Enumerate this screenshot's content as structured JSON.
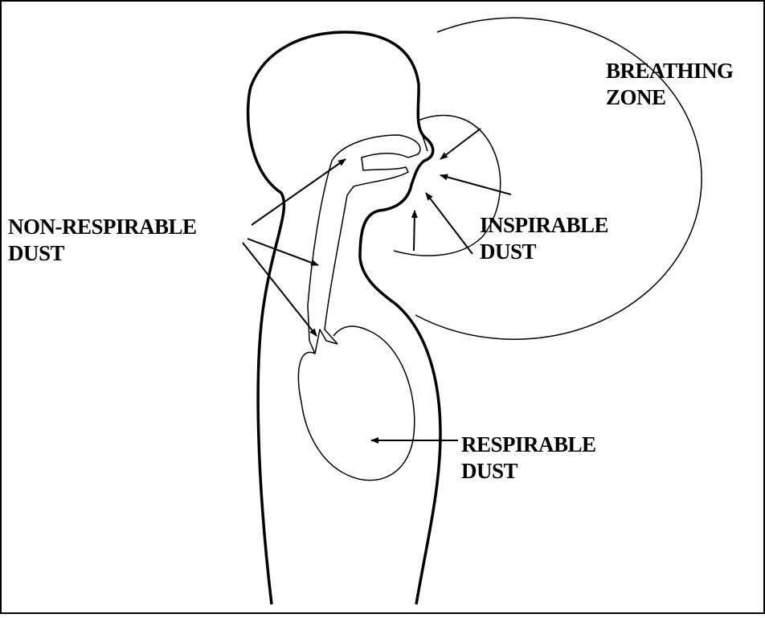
{
  "labels": {
    "breathing_zone": {
      "line1": "BREATHING",
      "line2": "ZONE"
    },
    "inspirable_dust": {
      "line1": "INSPIRABLE",
      "line2": "DUST"
    },
    "non_respirable_dust": {
      "line1": "NON-RESPIRABLE",
      "line2": "DUST"
    },
    "respirable_dust": {
      "line1": "RESPIRABLE",
      "line2": "DUST"
    }
  },
  "colors": {
    "ink": "#000000",
    "background": "#ffffff"
  }
}
